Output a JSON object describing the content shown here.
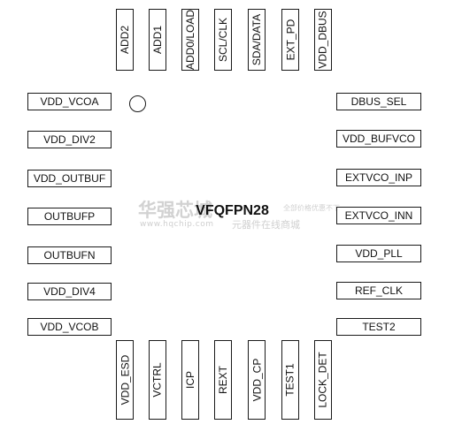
{
  "package": "VFQFPN28",
  "watermark": {
    "brand": "华强芯城",
    "url": "www.hqchip.com",
    "slogan": "元器件在线商城",
    "small": "全部价格优惠不下"
  },
  "pins": {
    "left": [
      "VDD_VCOA",
      "VDD_DIV2",
      "VDD_OUTBUF",
      "OUTBUFP",
      "OUTBUFN",
      "VDD_DIV4",
      "VDD_VCOB"
    ],
    "right": [
      "DBUS_SEL",
      "VDD_BUFVCO",
      "EXTVCO_INP",
      "EXTVCO_INN",
      "VDD_PLL",
      "REF_CLK",
      "TEST2"
    ],
    "top": [
      "ADD2",
      "ADD1",
      "ADD0/LOAD",
      "SCL/CLK",
      "SDA/DATA",
      "EXT_PD",
      "VDD_DBUS"
    ],
    "bottom": [
      "VDD_ESD",
      "VCTRL",
      "ICP",
      "REXT",
      "VDD_CP",
      "TEST1",
      "LOCK_DET"
    ]
  }
}
